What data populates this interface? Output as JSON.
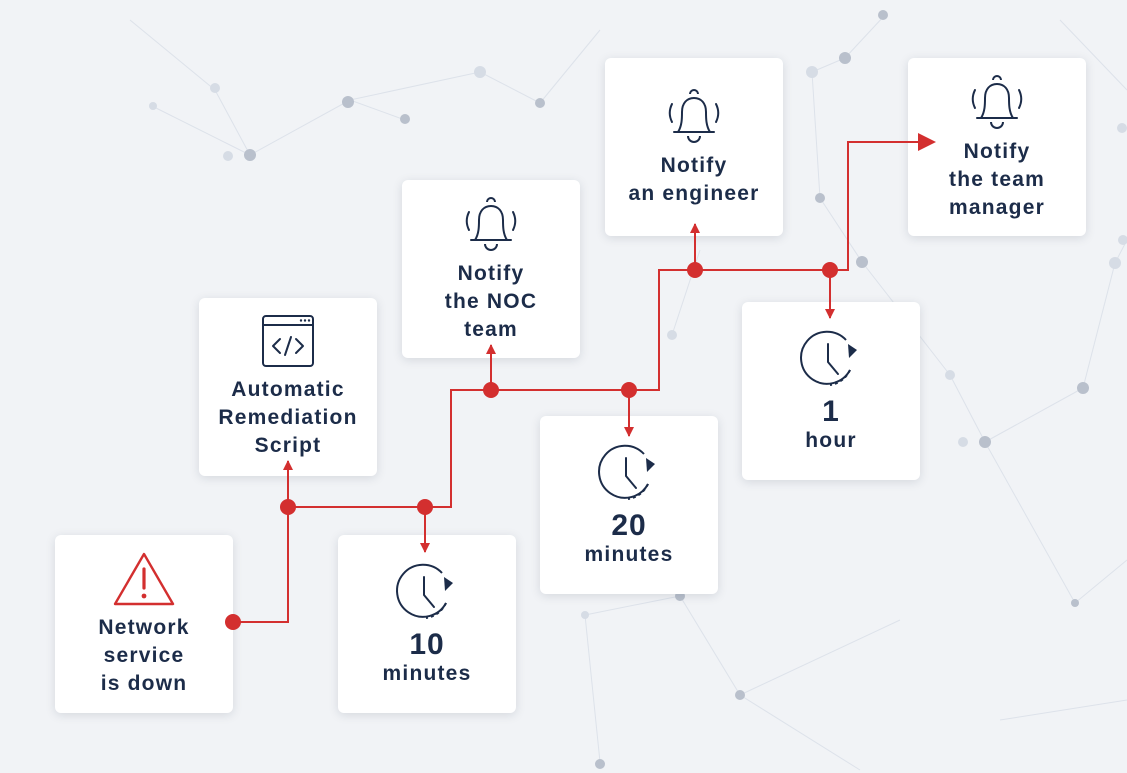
{
  "colors": {
    "accent": "#d32f2f",
    "text": "#1c2c49",
    "card": "#ffffff",
    "background": "#f1f3f6"
  },
  "nodes": {
    "start": {
      "label": "Network\nservice\nis down",
      "icon": "warning-icon"
    },
    "script": {
      "label": "Automatic\nRemediation\nScript",
      "icon": "code-window-icon"
    },
    "wait10": {
      "number": "10",
      "unit": "minutes",
      "icon": "clock-icon"
    },
    "noc": {
      "label": "Notify\nthe NOC\nteam",
      "icon": "bell-icon"
    },
    "wait20": {
      "number": "20",
      "unit": "minutes",
      "icon": "clock-icon"
    },
    "engineer": {
      "label": "Notify\nan engineer",
      "icon": "bell-icon"
    },
    "wait1h": {
      "number": "1",
      "unit": "hour",
      "icon": "clock-icon"
    },
    "manager": {
      "label": "Notify\nthe team\nmanager",
      "icon": "bell-icon"
    }
  }
}
